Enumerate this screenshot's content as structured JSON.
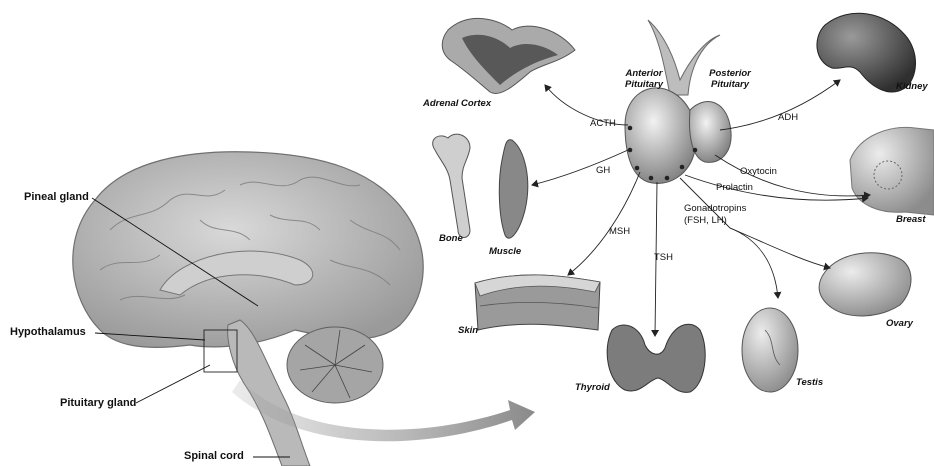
{
  "brain": {
    "pineal_label": "Pineal gland",
    "hypothalamus_label": "Hypothalamus",
    "pituitary_label": "Pituitary gland",
    "spinal_label": "Spinal cord"
  },
  "pituitary": {
    "anterior_line1": "Anterior",
    "anterior_line2": "Pituitary",
    "posterior_line1": "Posterior",
    "posterior_line2": "Pituitary"
  },
  "hormones": {
    "acth": "ACTH",
    "gh": "GH",
    "msh": "MSH",
    "tsh": "TSH",
    "adh": "ADH",
    "oxytocin": "Oxytocin",
    "prolactin": "Prolactin",
    "gonadotropins_line1": "Gonadotropins",
    "gonadotropins_line2": "(FSH, LH)"
  },
  "organs": {
    "adrenal_cortex": "Adrenal Cortex",
    "bone": "Bone",
    "muscle": "Muscle",
    "skin": "Skin",
    "thyroid": "Thyroid",
    "testis": "Testis",
    "ovary": "Ovary",
    "breast": "Breast",
    "kidney": "Kidney"
  }
}
